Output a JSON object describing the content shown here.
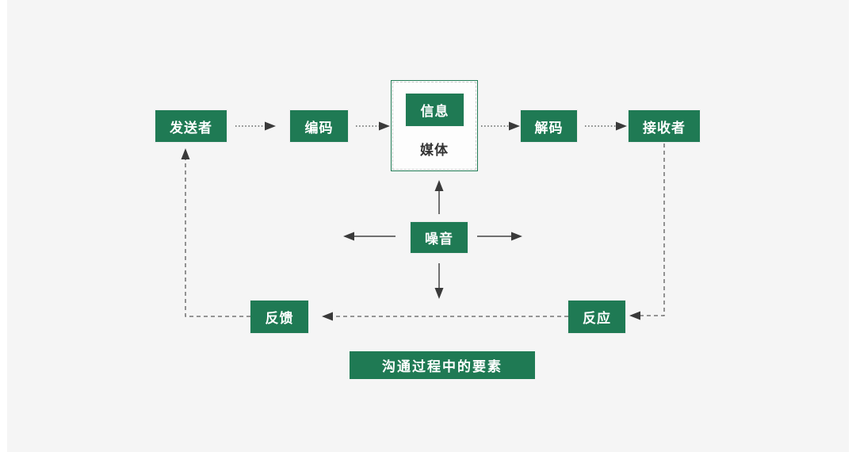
{
  "palette": {
    "green": "#1f7a54",
    "background": "#f5f5f5",
    "connector_line": "#5a5f5c",
    "arrowhead": "#3a3a3a",
    "media_label_text": "#333333",
    "node_text": "#ffffff"
  },
  "diagram": {
    "title": "沟通过程中的要素",
    "nodes": {
      "sender": "发送者",
      "encode": "编码",
      "message": "信息",
      "media": "媒体",
      "decode": "解码",
      "receiver": "接收者",
      "noise": "噪音",
      "feedback": "反馈",
      "response": "反应"
    }
  }
}
